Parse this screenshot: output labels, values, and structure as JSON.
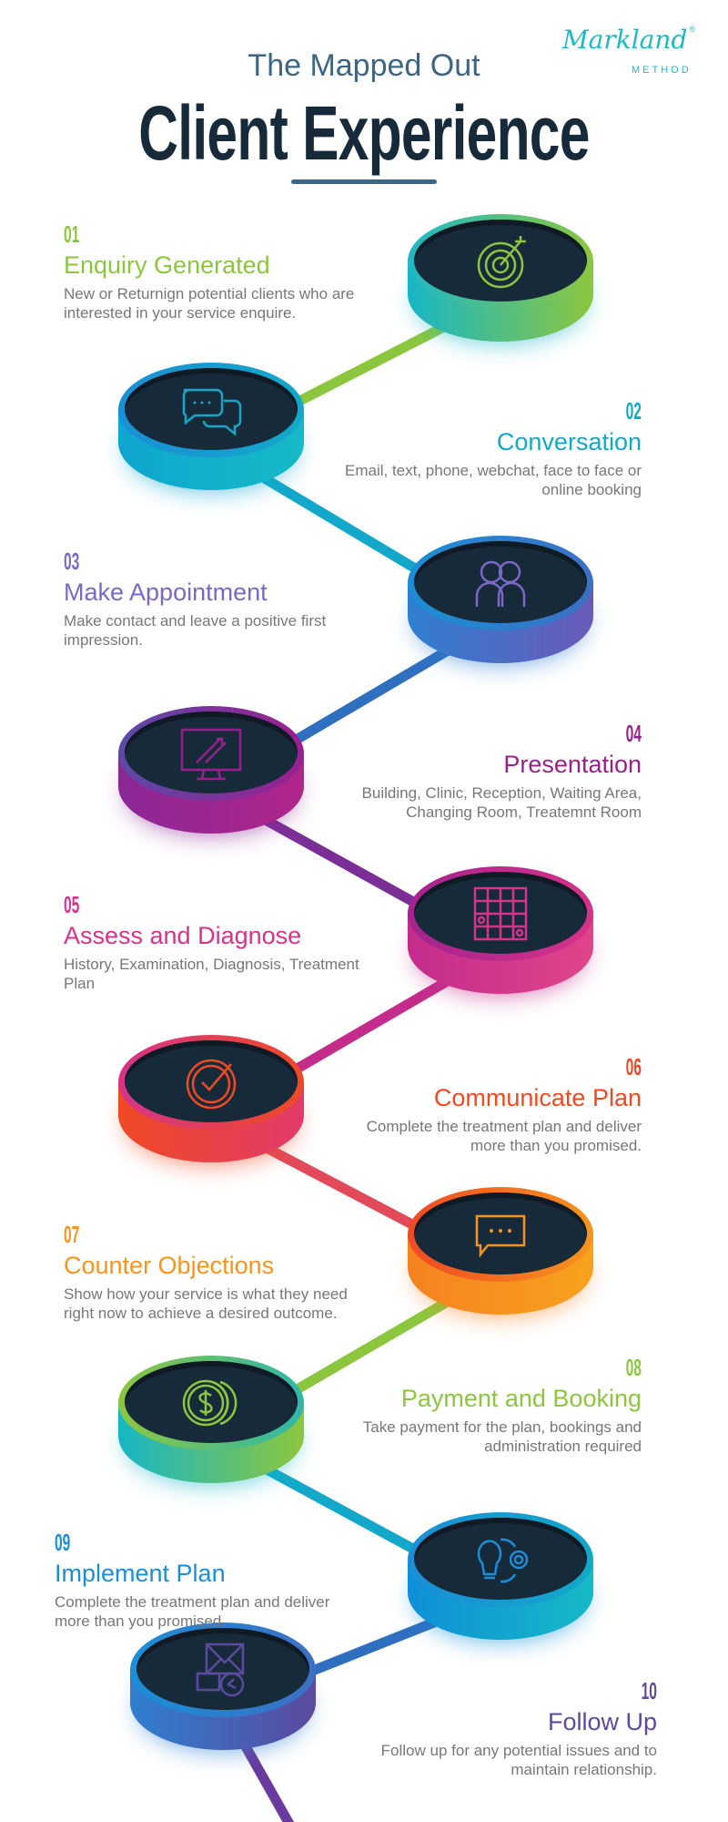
{
  "header": {
    "subtitle": "The Mapped Out",
    "title": "Client Experience"
  },
  "logo": {
    "script": "Markland",
    "registered": "®",
    "method": "METHOD"
  },
  "steps": [
    {
      "num": "01",
      "title": "Enquiry Generated",
      "desc": "New or Returnign potential clients who are interested in your service enquire.",
      "color": "#8cc63f",
      "icon": "target",
      "ring": [
        "#1fb8c4",
        "#8cc63f"
      ],
      "body": [
        "#17b6c6",
        "#8cc63f"
      ]
    },
    {
      "num": "02",
      "title": "Conversation",
      "desc": "Email, text, phone, webchat, face to face or online booking",
      "color": "#13a8c9",
      "icon": "chat",
      "ring": [
        "#1a8fd6",
        "#13a8c9"
      ],
      "body": [
        "#0fa6cf",
        "#16b9c6"
      ]
    },
    {
      "num": "03",
      "title": "Make Appointment",
      "desc": "Make contact and leave a positive first impression.",
      "color": "#7a68c6",
      "icon": "people",
      "ring": [
        "#1a8fd6",
        "#3d6fc4"
      ],
      "body": [
        "#2f7fd0",
        "#6a5ab8"
      ]
    },
    {
      "num": "04",
      "title": "Presentation",
      "desc": "Building, Clinic, Reception, Waiting Area, Changing Room, Treatemnt Room",
      "color": "#9a1f8e",
      "icon": "monitor",
      "ring": [
        "#5b4aa8",
        "#9a1f8e"
      ],
      "body": [
        "#8a2796",
        "#b0268a"
      ]
    },
    {
      "num": "05",
      "title": "Assess and Diagnose",
      "desc": "History, Examination, Diagnosis, Treatment Plan",
      "color": "#d6338a",
      "icon": "grid",
      "ring": [
        "#a3238f",
        "#d6338a"
      ],
      "body": [
        "#c42c8c",
        "#e0458a"
      ]
    },
    {
      "num": "06",
      "title": "Communicate Plan",
      "desc": "Complete the treatment plan and deliver more than you promised.",
      "color": "#ef4a23",
      "icon": "check",
      "ring": [
        "#d6338a",
        "#ef4a23"
      ],
      "body": [
        "#ef4a23",
        "#e23a6a"
      ]
    },
    {
      "num": "07",
      "title": "Counter Objections",
      "desc": "Show how your service is what they need right now to achieve a desired outcome.",
      "color": "#f7941d",
      "icon": "message",
      "ring": [
        "#ef4a23",
        "#f7941d"
      ],
      "body": [
        "#f58220",
        "#f7a21d"
      ]
    },
    {
      "num": "08",
      "title": "Payment and Booking",
      "desc": "Take payment for the plan, bookings and administration required",
      "color": "#8cc63f",
      "icon": "coins",
      "ring": [
        "#8cc63f",
        "#2fb7a8"
      ],
      "body": [
        "#17b6c6",
        "#8cc63f"
      ]
    },
    {
      "num": "09",
      "title": "Implement Plan",
      "desc": "Complete the treatment plan and deliver more than you promised.",
      "color": "#1b8ed8",
      "icon": "idea",
      "ring": [
        "#1b8ed8",
        "#13a8c9"
      ],
      "body": [
        "#0f8fd8",
        "#16b9c6"
      ]
    },
    {
      "num": "10",
      "title": "Follow Up",
      "desc": "Follow up for any potential issues and to maintain relationship.",
      "color": "#5b4a9e",
      "icon": "mail",
      "ring": [
        "#1b8ed8",
        "#3d6fc4"
      ],
      "body": [
        "#2f7fd0",
        "#5b4a9e"
      ]
    }
  ],
  "connectors": [
    "#8cc63f",
    "#13a8c9",
    "#2f6fc0",
    "#7a2f96",
    "#c42c8c",
    "#e24a5a",
    "#8cc63f",
    "#13a8c9",
    "#2f6fc0",
    "#6a3a9e"
  ]
}
